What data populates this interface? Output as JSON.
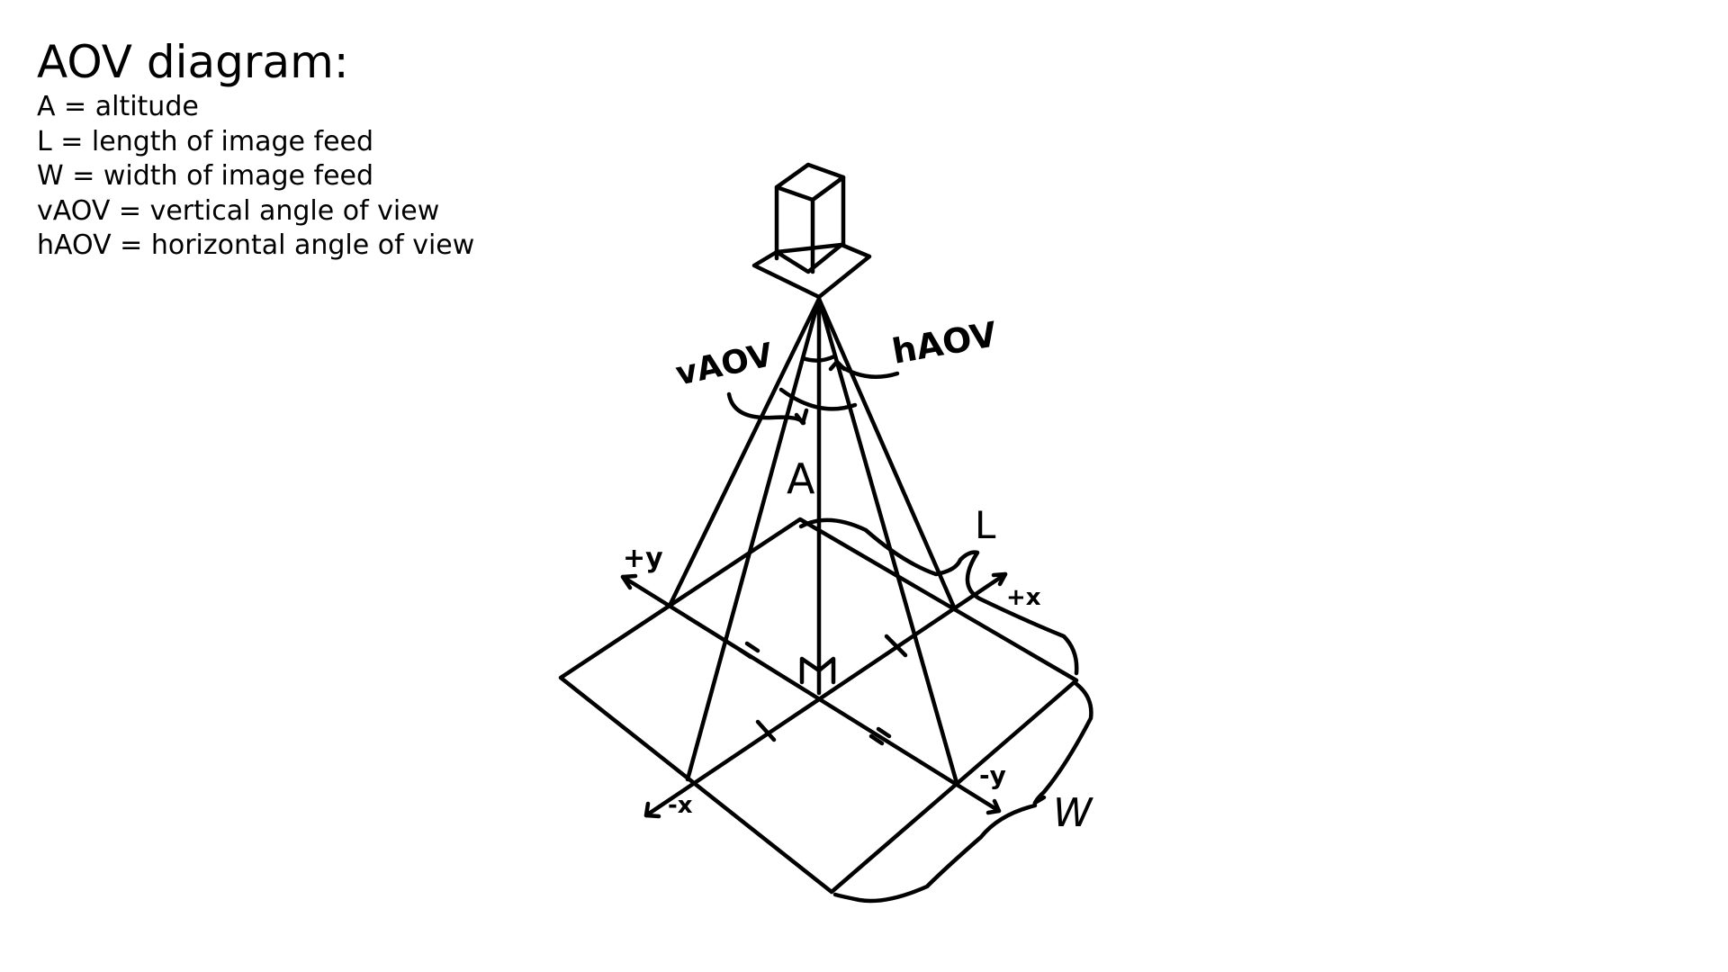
{
  "legend": {
    "title": "AOV diagram:",
    "items": [
      "A = altitude",
      "L = length of image feed",
      "W = width of image feed",
      "vAOV = vertical angle of view",
      "hAOV = horizontal angle of view"
    ]
  },
  "sketch": {
    "labels": {
      "vaov": "vAOV",
      "haov": "hAOV",
      "altitude": "A",
      "length": "L",
      "width": "W",
      "pos_y": "+y",
      "pos_x": "+x",
      "neg_x": "-x",
      "neg_y": "-y"
    },
    "ink_color": "#000000"
  }
}
